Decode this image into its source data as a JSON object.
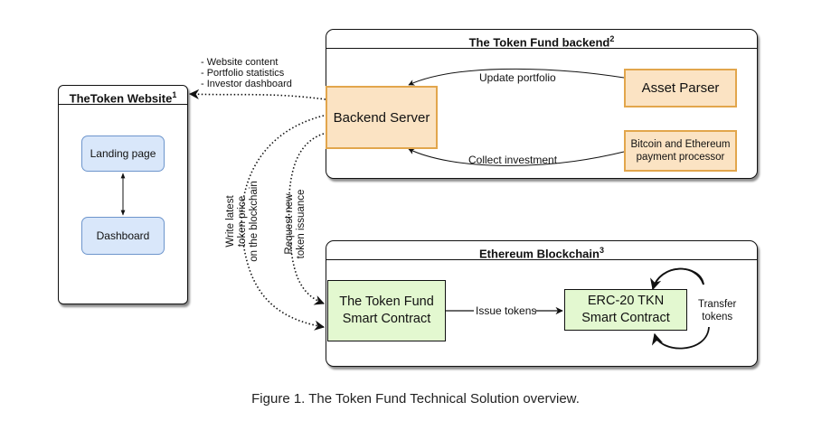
{
  "website": {
    "title": "TheToken Website",
    "title_sup": "1",
    "landing_page": "Landing page",
    "dashboard": "Dashboard"
  },
  "backend": {
    "title": "The Token Fund backend",
    "title_sup": "2",
    "server": "Backend Server",
    "asset_parser": "Asset Parser",
    "payment_processor_line1": "Bitcoin and Ethereum",
    "payment_processor_line2": "payment processor",
    "update_portfolio": "Update portfolio",
    "collect_investment": "Collect investment"
  },
  "website_content": {
    "item1": "- Website content",
    "item2": "- Portfolio statistics",
    "item3": "- Investor dashboard"
  },
  "write_price": {
    "line1": "Write latest",
    "line2": "token price",
    "line3": "on the blockchain"
  },
  "request_issuance": {
    "line1": "Request new",
    "line2": "token issuance"
  },
  "blockchain": {
    "title": "Ethereum Blockchain",
    "title_sup": "3",
    "fund_contract_line1": "The Token Fund",
    "fund_contract_line2": "Smart Contract",
    "erc20_line1": "ERC-20 TKN",
    "erc20_line2": "Smart Contract",
    "issue_tokens": "Issue tokens",
    "transfer_line1": "Transfer",
    "transfer_line2": "tokens"
  },
  "caption": "Figure 1. The Token Fund Technical Solution overview."
}
